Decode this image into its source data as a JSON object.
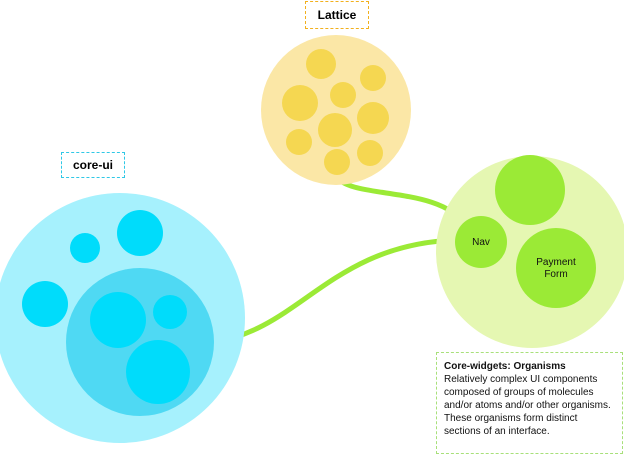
{
  "groups": {
    "lattice": {
      "label": "Lattice"
    },
    "core_ui": {
      "label": "core-ui"
    },
    "core_widgets": {
      "nodes": {
        "nav": "Nav",
        "payment_form_line1": "Payment",
        "payment_form_line2": "Form"
      }
    }
  },
  "note": {
    "title": "Core-widgets: Organisms",
    "body": "Relatively complex UI components composed of groups of molecules and/or atoms and/or other organisms. These organisms form distinct sections of an interface."
  },
  "colors": {
    "lattice_fill": "#fbe7a6",
    "lattice_dot": "#f5d751",
    "core_ui_outer": "#a6f1fd",
    "core_ui_inner": "#4fd9f3",
    "core_ui_dot": "#00dcfb",
    "widgets_outer": "#e5f7b2",
    "widgets_node": "#9bea36",
    "connector": "#9bea36",
    "lattice_tag_border": "#f2b01e",
    "core_ui_tag_border": "#2fc8e6",
    "note_border": "#a8e07a"
  }
}
